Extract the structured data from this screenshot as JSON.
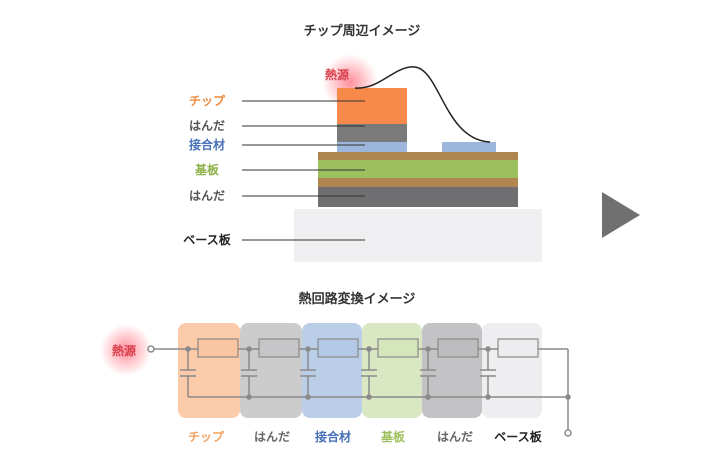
{
  "top": {
    "title": "チップ周辺イメージ",
    "heat_source": "熱源",
    "labels": [
      "チップ",
      "はんだ",
      "接合材",
      "基板",
      "はんだ",
      "ベース板"
    ]
  },
  "bottom": {
    "title": "熱回路変換イメージ",
    "heat_source": "熱源",
    "labels": [
      "チップ",
      "はんだ",
      "接合材",
      "基板",
      "はんだ",
      "ベース板"
    ]
  },
  "colors": {
    "chip": "#f7894a",
    "solder": "#7a7a7a",
    "bond": "#9db6dc",
    "substrate_green": "#9dc05e",
    "substrate_brown": "#b08650",
    "base": "#efeff2",
    "heat": "#d9414f"
  }
}
